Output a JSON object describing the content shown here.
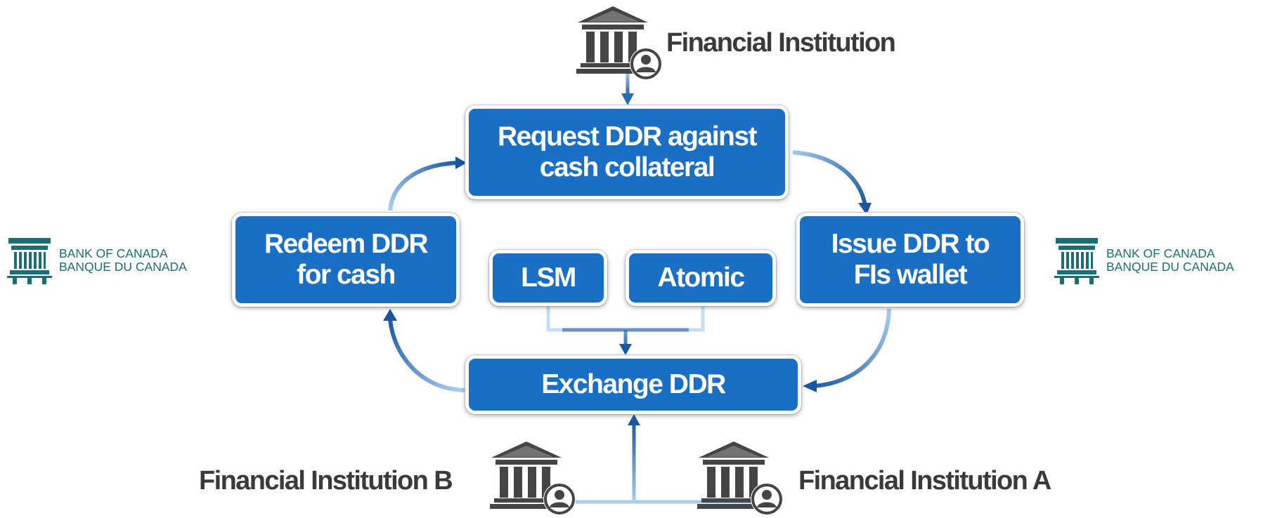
{
  "top_institution": {
    "label": "Financial Institution",
    "icon": "bank-user-icon"
  },
  "steps": {
    "request": "Request DDR against cash collateral",
    "issue": "Issue DDR to FIs wallet",
    "redeem": "Redeem DDR for cash",
    "exchange": "Exchange DDR"
  },
  "mechanisms": {
    "lsm": "LSM",
    "atomic": "Atomic"
  },
  "bottom_institutions": {
    "b": {
      "label": "Financial Institution B",
      "icon": "bank-user-icon"
    },
    "a": {
      "label": "Financial Institution A",
      "icon": "bank-user-icon"
    }
  },
  "bank_of_canada": {
    "left": {
      "line1": "BANK OF CANADA",
      "line2": "BANQUE DU CANADA",
      "icon": "bank-of-canada-logo"
    },
    "right": {
      "line1": "BANK OF CANADA",
      "line2": "BANQUE DU CANADA",
      "icon": "bank-of-canada-logo"
    }
  },
  "colors": {
    "box_fill": "#1a6fc4",
    "box_text": "#ffffff",
    "label_text": "#3a3a3a",
    "arrow_dark": "#1b57a0",
    "arrow_light": "#a9cdee",
    "boc_green": "#1b6f74",
    "icon_gray": "#454545"
  }
}
